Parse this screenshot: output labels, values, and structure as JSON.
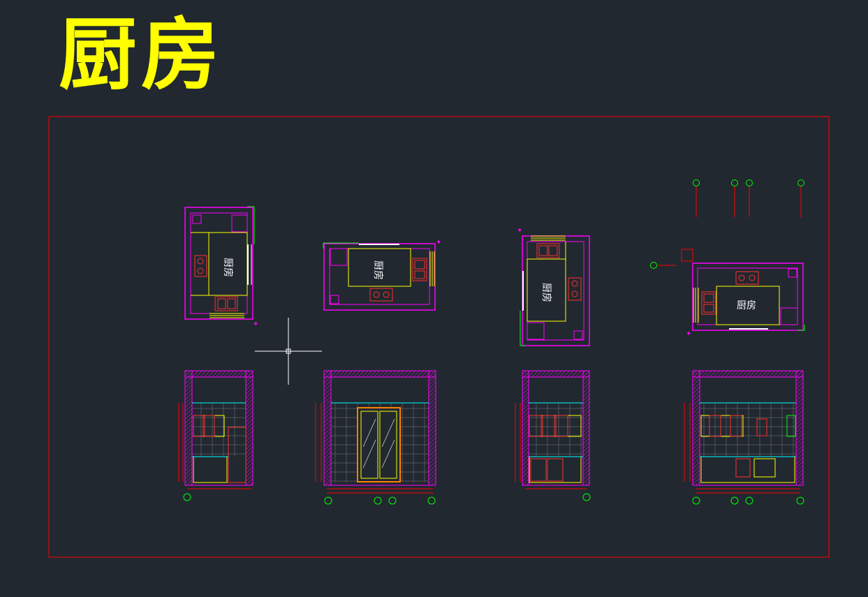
{
  "sheet": {
    "title": "厨房"
  },
  "plans": [
    {
      "id": "plan-1",
      "room_label": "厨房"
    },
    {
      "id": "plan-2",
      "room_label": "厨房"
    },
    {
      "id": "plan-3",
      "room_label": "厨房"
    },
    {
      "id": "plan-4",
      "room_label": "厨房"
    }
  ],
  "colors": {
    "background": "#212830",
    "frame": "#ff0000",
    "wall": "#ff00ff",
    "furniture": "#ffff00",
    "axis_marker": "#00ff00",
    "glass": "#00ffff",
    "fixture": "#ff3030",
    "crosshair": "#ffffff",
    "title": "#ffff00"
  },
  "icons": {
    "cursor": "crosshair-cursor-icon",
    "axis": "axis-marker-icon",
    "stove": "stove-icon",
    "sink": "sink-icon"
  }
}
